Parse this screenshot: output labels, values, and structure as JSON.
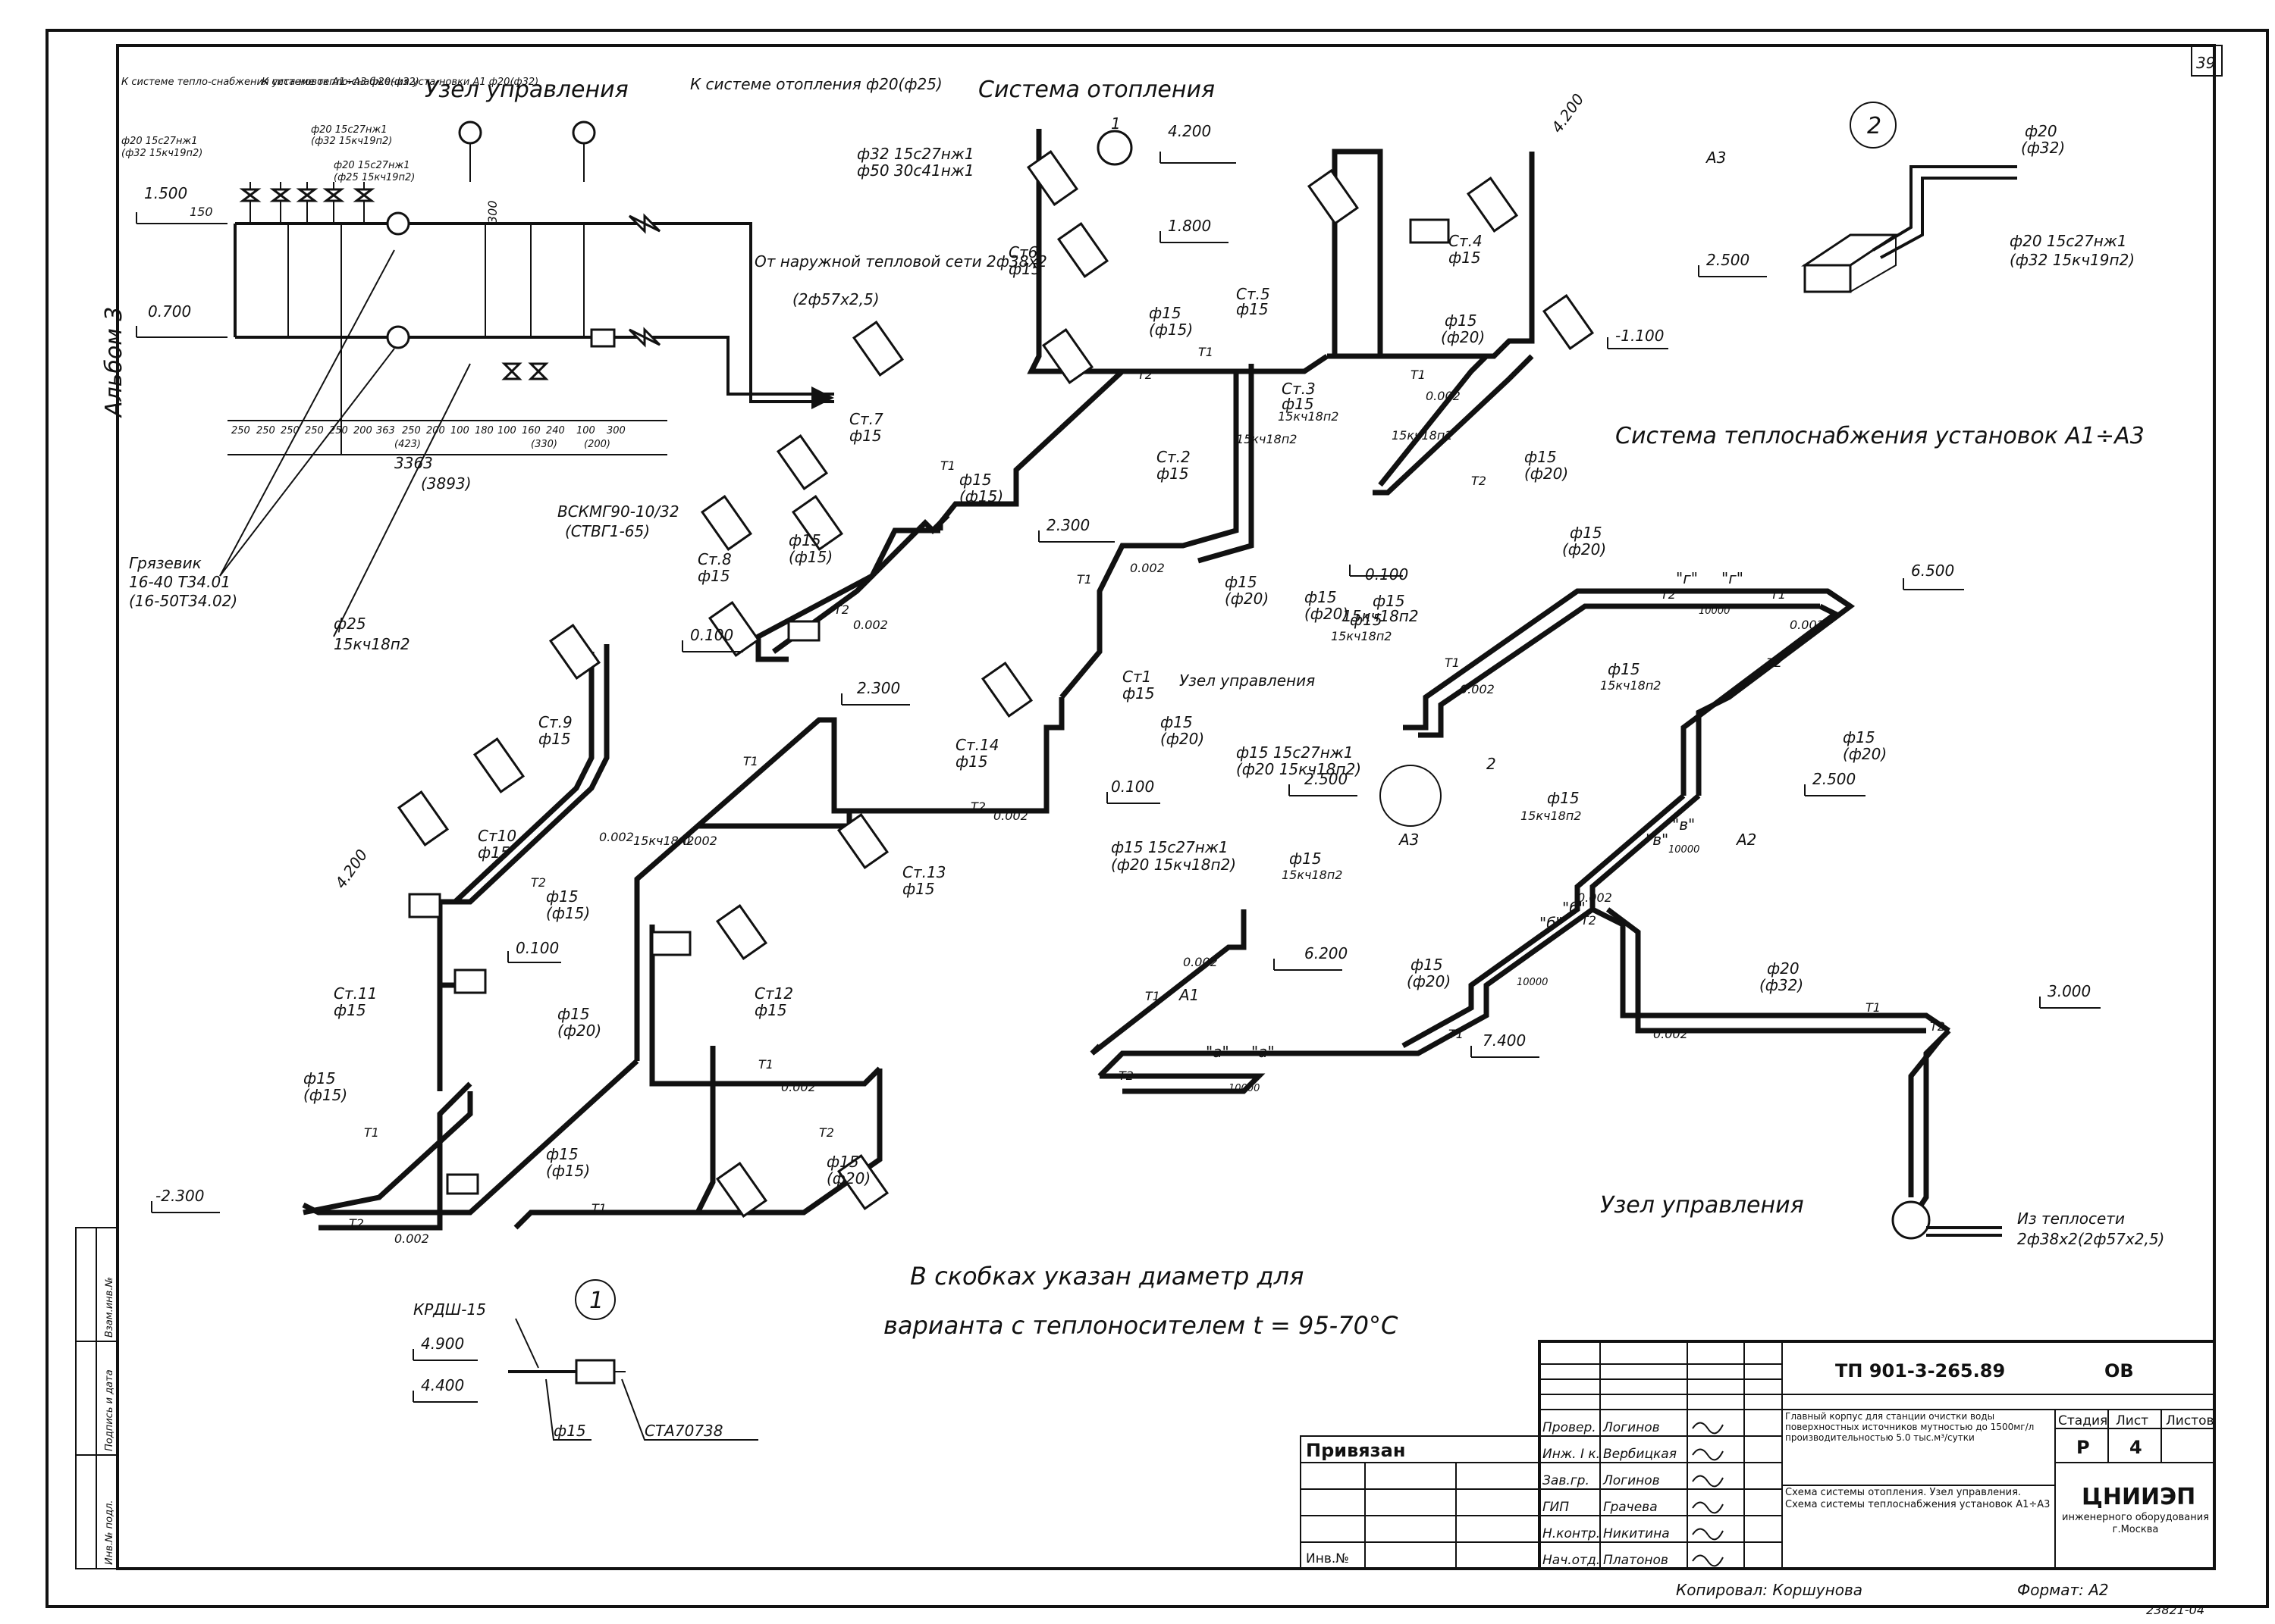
{
  "sheet_number": "39",
  "album_label": "Альбом 3",
  "titles": {
    "heating_system": "Система отопления",
    "supply_system": "Система теплоснабжения установок А1÷А3",
    "control_unit_top": "Узел управления",
    "control_unit_mid": "Узел управления",
    "control_unit_bottom": "Узел управления"
  },
  "notes": {
    "line1": "В скобках указан диаметр для",
    "line2": "варианта с теплоносителем t = 95-70°С"
  },
  "callouts": {
    "c1": "1",
    "c2": "2"
  },
  "node_labels": {
    "to_supply_a1_a3": "К системе тепло-снабжения уста-новок А1÷А3 ф20(ф32)",
    "to_supply_a1": "К системе тепло-снабжения уста-новки А1 ф20(ф32)",
    "to_heating": "К системе отопления ф20(ф25)",
    "valve_a": "ф20 15с27нж1",
    "valve_a_alt": "(ф32 15кч19п2)",
    "valve_b": "ф20 15с27нж1",
    "valve_b_alt": "(ф32 15кч19п2)",
    "valve_c": "ф20 15с27нж1",
    "valve_c_alt": "(ф25 15кч19п2)",
    "valve_d": "ф32 15с27нж1",
    "valve_d_alt": "ф50 30с41нж1",
    "from_network": "От наружной тепловой сети 2ф38х2",
    "from_network_alt": "(2ф57х2,5)",
    "mud_trap": "Грязевик",
    "mud_trap_1": "16-40 Т34.01",
    "mud_trap_2": "(16-50Т34.02)",
    "valve_25": "ф25",
    "valve_25_b": "15кч18п2",
    "meter": "ВСКМГ90-10/32",
    "meter_alt": "(СТВГ1-65)",
    "dims": [
      "250",
      "250",
      "250",
      "250",
      "250",
      "200",
      "363",
      "250",
      "200",
      "100",
      "180",
      "100",
      "160",
      "240",
      "100",
      "300"
    ],
    "dim_total": "3363",
    "dim_total_alt": "(3893)",
    "dim_sub1": "(423)",
    "dim_sub2": "(330)",
    "dim_sub3": "(200)",
    "dim_150": "150",
    "dim_300": "300",
    "lvl_1500": "1.500",
    "lvl_0700": "0.700"
  },
  "levels": {
    "l4200_a": "4.200",
    "l4200_b": "4.200",
    "l4200_c": "4.200",
    "l1800": "1.800",
    "l_1100": "-1.100",
    "l0100_a": "0.100",
    "l2300_a": "2.300",
    "l2300_b": "2.300",
    "l0100_b": "0.100",
    "l0100_c": "0.100",
    "l0100_d": "0.100",
    "l_2300": "-2.300",
    "l2500_a": "2.500",
    "l2500_b": "2.500",
    "l2500_c": "2.500",
    "l6500": "6.500",
    "l6200": "6.200",
    "l7400": "7.400",
    "l3000": "3.000",
    "l4900": "4.900",
    "l4400": "4.400"
  },
  "risers": {
    "st1": "Ст1",
    "st2": "Ст.2",
    "st3": "Ст.3",
    "st4": "Ст.4",
    "st5": "Ст.5",
    "st6": "Ст6",
    "st7": "Ст.7",
    "st8": "Ст.8",
    "st9": "Ст.9",
    "st10": "Ст10",
    "st11": "Ст.11",
    "st12": "Ст12",
    "st13": "Ст.13",
    "st14": "Ст.14",
    "d15": "ф15",
    "d15p": "(ф15)",
    "d20p": "(ф20)",
    "d20": "ф20",
    "d32p": "(ф32)",
    "valve_15kch18": "15кч18п2",
    "valve_15s27_20": "ф15 15с27нж1",
    "valve_15s27_20_alt": "(ф20 15кч18п2)",
    "slope": "0.002",
    "t1": "Т1",
    "t2": "Т2"
  },
  "supply": {
    "a1": "А1",
    "a2": "А2",
    "a3": "А3",
    "marks_a": "\"а\"",
    "marks_b": "\"б\"",
    "marks_v": "\"в\"",
    "marks_g": "\"г\"",
    "len": "10000",
    "from_net": "Из теплосети",
    "from_net_alt": "2ф38х2(2ф57х2,5)",
    "valve_info": "ф20 15с27нж1",
    "valve_info_alt": "(ф32 15кч19п2)"
  },
  "detail1": {
    "valve": "КРДШ-15",
    "d": "ф15",
    "part": "СТА70738"
  },
  "stamp": {
    "code": "ТП 901-3-265.89",
    "section": "ОВ",
    "bound": "Привязан",
    "inv": "Инв.№",
    "roles": [
      "Провер.",
      "Инж. I к.",
      "Зав.гр.",
      "ГИП",
      "Н.контр.",
      "Нач.отд."
    ],
    "names": [
      "Логинов",
      "Вербицкая",
      "Логинов",
      "Грачева",
      "Никитина",
      "Платонов"
    ],
    "desc1": "Главный корпус для станции очистки воды поверхностных источников мутностью до 1500мг/л производительностью 5.0 тыс.м³/сутки",
    "desc2": "Схема системы отопления. Узел управления. Схема системы теплоснабжения установок А1÷А3",
    "h_stage": "Стадия",
    "h_sheet": "Лист",
    "h_sheets": "Листов",
    "stage": "Р",
    "sheet": "4",
    "org": "ЦНИИЭП",
    "org_sub": "инженерного оборудования г.Москва",
    "copied": "Копировал: Коршунова",
    "format": "Формат: А2",
    "archive": "23821-04",
    "side_cells": [
      "Инв.№ подл.",
      "Подпись и дата",
      "Взам.инв.№"
    ]
  }
}
